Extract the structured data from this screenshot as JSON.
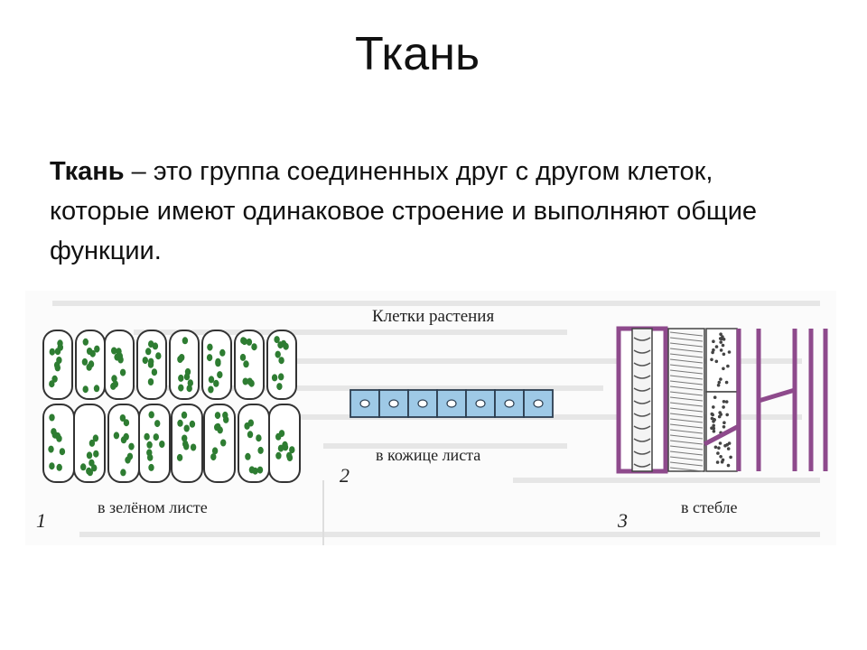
{
  "slide": {
    "title": "Ткань",
    "definition_term": "Ткань",
    "definition_text": " – это группа соединенных друг с другом клеток, которые имеют одинаковое строение и выполняют общие функции."
  },
  "figure": {
    "heading": "Клетки растения",
    "panels": [
      {
        "number": "1",
        "caption": "в зелёном листе"
      },
      {
        "number": "2",
        "caption": "в кожице листа"
      },
      {
        "number": "3",
        "caption": "в стебле"
      }
    ],
    "colors": {
      "chloroplast": "#2e7d32",
      "epidermis": "#9ec9e6",
      "stem_wall": "#8e4a8c"
    }
  }
}
